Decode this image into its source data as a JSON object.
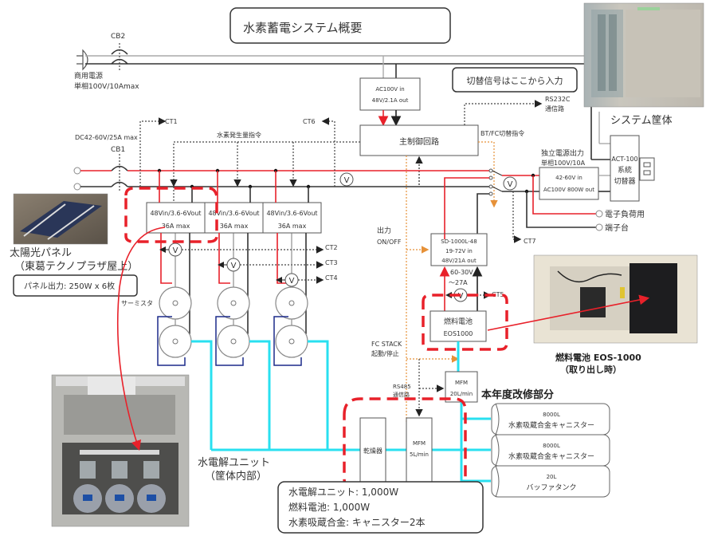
{
  "title": "水素蓄電システム概要",
  "grid_ac": {
    "breaker": "CB2",
    "label_line1": "商用電源",
    "label_line2": "単相100V/10Amax"
  },
  "grid_dc": {
    "rating": "DC42-60V/25A max",
    "breaker": "CB1"
  },
  "ac_adapter": {
    "line1": "AC100V in",
    "line2": "48V/2.1A out"
  },
  "switch_note": "切替信号はここから入力",
  "rs232c": {
    "line1": "RS232C",
    "line2": "通信路"
  },
  "main_controller": "主制御回路",
  "bt_fc_command": "BT/FC切替指令",
  "h2_command": "水素発生量指令",
  "ct_labels": [
    "CT1",
    "CT2",
    "CT3",
    "CT4",
    "CT5",
    "CT6",
    "CT7"
  ],
  "voltmeter": "V",
  "inverter": {
    "title_line1": "独立電源出力",
    "title_line2": "単相100V/10A",
    "line1": "42-60V in",
    "line2": "AC100V 800W out"
  },
  "act100": {
    "line1": "ACT-100",
    "line2": "系統",
    "line3": "切替器"
  },
  "system_case_label": "システム筐体",
  "load_terminals": [
    "電子負荷用",
    "端子台"
  ],
  "dcdc_converters": [
    {
      "line1": "48Vin/3.6-6Vout",
      "line2": "36A  max"
    },
    {
      "line1": "48Vin/3.6-6Vout",
      "line2": "36A  max"
    },
    {
      "line1": "48Vin/3.6-6Vout",
      "line2": "36A  max"
    }
  ],
  "solar": {
    "label_line1": "太陽光パネル",
    "label_line2": "（東葛テクノプラザ屋上）",
    "output": "パネル出力: 250W x 6枚"
  },
  "thermistor": "サーミスタ",
  "output_onoff": {
    "line1": "出力",
    "line2": "ON/OFF"
  },
  "sd1000": {
    "line1": "SD-1000L-48",
    "line2": "19-72V in",
    "line3": "48V/21A out"
  },
  "fc_voltage": {
    "line1": "60-30V",
    "line2": "～27A"
  },
  "fuel_cell": {
    "line1": "燃料電池",
    "line2": "EOS1000"
  },
  "fc_stack": {
    "line1": "FC STACK",
    "line2": "起動/停止"
  },
  "fc_photo_label": {
    "line1": "燃料電池 EOS-1000",
    "line2": "（取り出し時）"
  },
  "rs485": {
    "line1": "RS485",
    "line2": "通信路"
  },
  "mfm_large": {
    "line1": "MFM",
    "line2": "20L/min"
  },
  "renovation_label": "本年度改修部分",
  "dryer": "乾燥器",
  "mfm_small": {
    "line1": "MFM",
    "line2": "5L/min"
  },
  "tanks": [
    {
      "volume": "8000L",
      "name": "水素吸蔵合金キャニスター"
    },
    {
      "volume": "8000L",
      "name": "水素吸蔵合金キャニスター"
    },
    {
      "volume": "20L",
      "name": "バッファタンク"
    }
  ],
  "electrolyzer_label": {
    "line1": "水電解ユニット",
    "line2": "（筐体内部）"
  },
  "specs": [
    "水電解ユニット: 1,000W",
    "燃料電池: 1,000W",
    "水素吸蔵合金: キャニスター2本"
  ],
  "colors": {
    "power_positive": "#e8212a",
    "power_negative": "#333333",
    "hydrogen_line": "#29e0f0",
    "water_line": "#1b2a8a",
    "control_signal": "#e69138",
    "renovation_highlight": "#e8212a"
  }
}
